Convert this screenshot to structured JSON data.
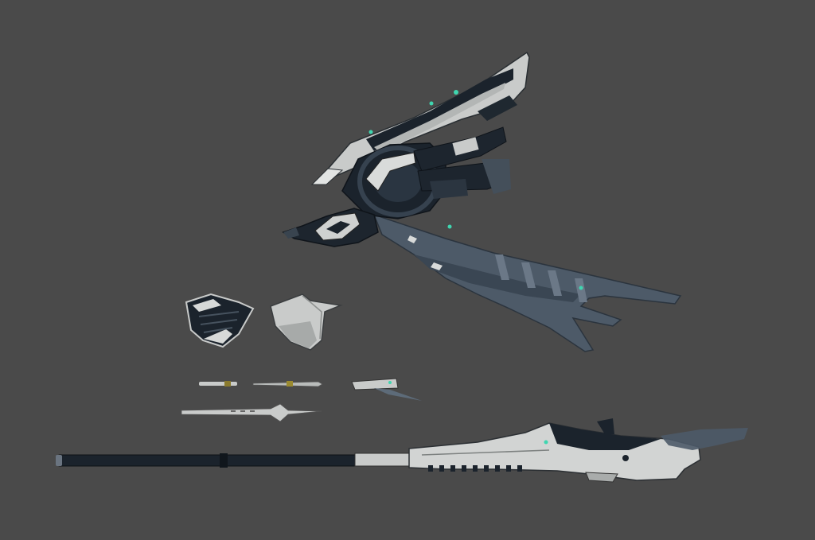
{
  "scene": {
    "background": "#4a4a4a",
    "palette": {
      "light_armor": "#c9cbca",
      "light_armor_shade": "#9a9d9c",
      "dark_armor": "#1b232c",
      "steel_blue": "#4d5a68",
      "steel_blue_dark": "#323d49",
      "glow": "#3fd6b0"
    },
    "parts": [
      {
        "id": "mech-wing-assembly",
        "icon": "mech-wing-icon"
      },
      {
        "id": "dark-shoulder-plate",
        "icon": "shoulder-plate-icon"
      },
      {
        "id": "light-shoulder-plate",
        "icon": "shoulder-plate-icon"
      },
      {
        "id": "small-pin-1",
        "icon": "pin-icon"
      },
      {
        "id": "small-pin-2",
        "icon": "pin-icon"
      },
      {
        "id": "small-blade",
        "icon": "blade-icon"
      },
      {
        "id": "thin-spear",
        "icon": "spear-icon"
      },
      {
        "id": "long-rifle",
        "icon": "rifle-icon"
      }
    ]
  }
}
